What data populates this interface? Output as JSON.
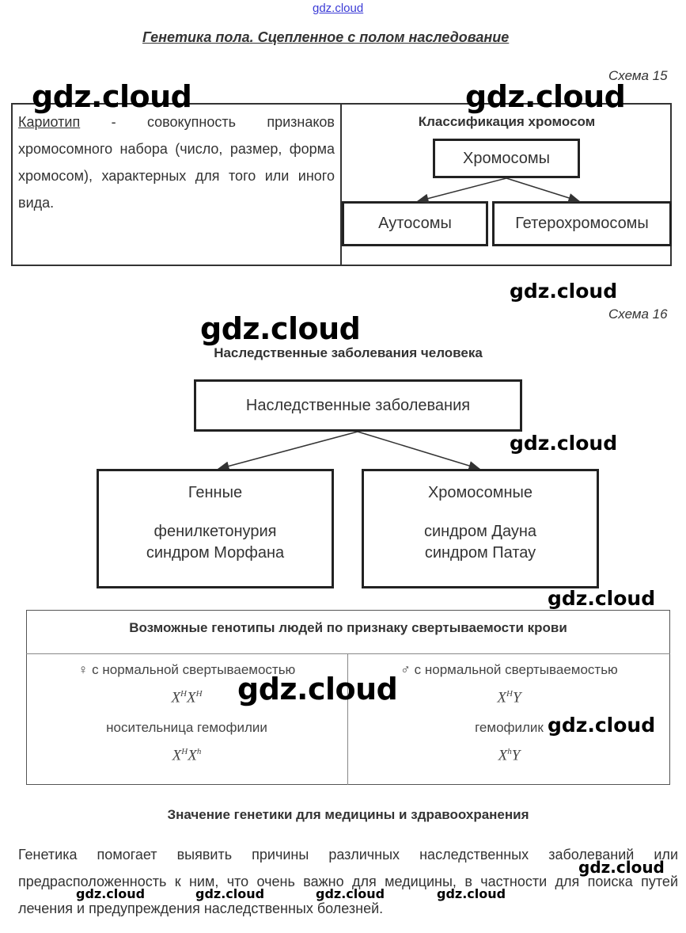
{
  "watermarks": {
    "top": "gdz.cloud",
    "w1": "gdz.cloud",
    "w2": "gdz.cloud",
    "w3": "gdz.cloud",
    "w4": "gdz.cloud",
    "w5": "gdz.cloud",
    "w6": "gdz.cloud",
    "w7": "gdz.cloud",
    "w8": "gdz.cloud",
    "w9": "gdz.cloud",
    "w10": "gdz.cloud",
    "w11": "gdz.cloud",
    "w12": "gdz.cloud",
    "w13": "gdz.cloud"
  },
  "page_title": "Генетика пола. Сцепленное с полом наследование",
  "schema15": {
    "label": "Схема 15",
    "karyotype_term": "Кариотип",
    "karyotype_def": " - совокупность признаков хромосомного набора (число, размер, форма хромосом), характерных для того или иного вида.",
    "class_title": "Классификация хромосом",
    "root": "Хромосомы",
    "left": "Аутосомы",
    "right": "Гетерохромосомы"
  },
  "schema16": {
    "label": "Схема 16",
    "title": "Наследственные заболевания человека",
    "root": "Наследственные заболевания",
    "left_title": "Генные",
    "left_items": [
      "фенилкетонурия",
      "синдром Морфана"
    ],
    "right_title": "Хромосомные",
    "right_items": [
      "синдром Дауна",
      "синдром Патау"
    ]
  },
  "genotypes": {
    "title": "Возможные генотипы людей по признаку свертываемости крови",
    "female_normal": "♀ с нормальной свертываемостью",
    "female_normal_gen": {
      "a": "X",
      "a_sup": "H",
      "b": "X",
      "b_sup": "H"
    },
    "female_carrier": "носительница гемофилии",
    "female_carrier_gen": {
      "a": "X",
      "a_sup": "H",
      "b": "X",
      "b_sup": "h"
    },
    "male_normal": "♂ с нормальной свертываемостью",
    "male_normal_gen": {
      "a": "X",
      "a_sup": "H",
      "b": "Y"
    },
    "male_hemo": "гемофилик",
    "male_hemo_gen": {
      "a": "X",
      "a_sup": "h",
      "b": "Y"
    }
  },
  "medicine": {
    "title": "Значение генетики для медицины и здравоохранения",
    "text": "Генетика помогает выявить причины различных наследственных заболеваний или предрасположенность к ним, что очень важно для медицины, в частности для поиска путей лечения и предупреждения наследственных болезней."
  }
}
